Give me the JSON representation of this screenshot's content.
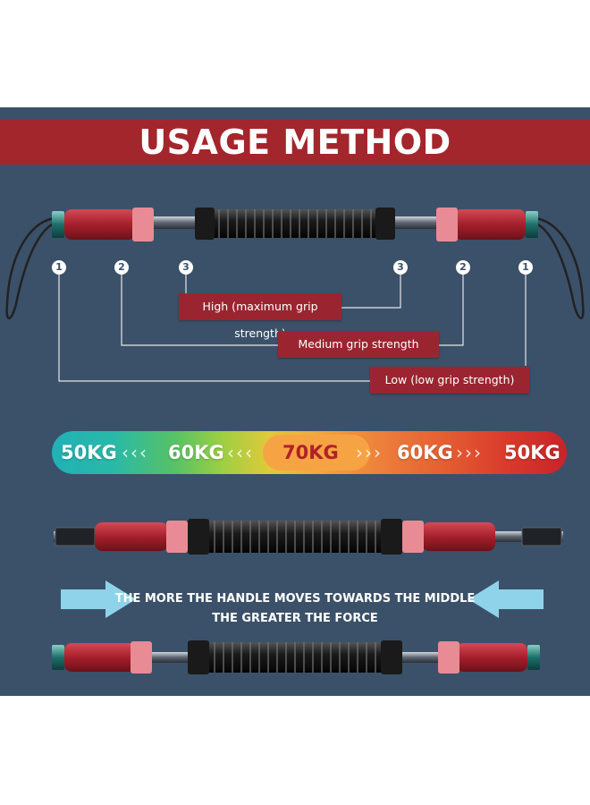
{
  "banner": {
    "title": "USAGE METHOD"
  },
  "markers": [
    "1",
    "2",
    "3",
    "3",
    "2",
    "1"
  ],
  "levels": {
    "high": "High (maximum grip strength)",
    "medium": "Medium grip strength",
    "low": "Low (low grip strength)"
  },
  "weights": [
    "50KG",
    "60KG",
    "70KG",
    "60KG",
    "50KG"
  ],
  "force_text": {
    "line1": "THE MORE THE HANDLE MOVES TOWARDS THE MIDDLE",
    "line2": "THE GREATER THE FORCE"
  },
  "colors": {
    "panel": "#3b5169",
    "banner": "#a3262c",
    "label": "#9a2530",
    "arrow": "#8fd3ea"
  }
}
